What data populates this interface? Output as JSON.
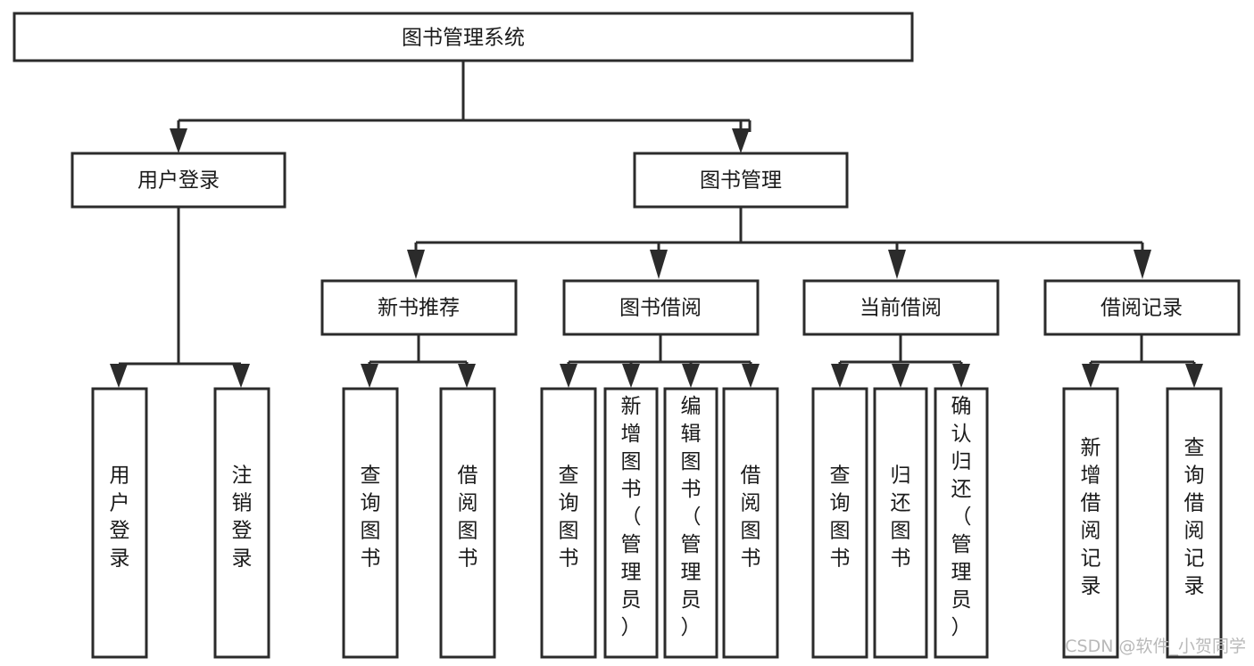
{
  "diagram": {
    "title": "图书管理系统",
    "type": "tree-hierarchy",
    "background_color": "#ffffff",
    "line_color": "#2b2b2b",
    "text_color": "#1a1a1a",
    "watermark": "CSDN @软件_小贺同学",
    "watermark_color": "#b9b9b9"
  },
  "nodes": {
    "root": {
      "label": "图书管理系统",
      "level": 1,
      "orientation": "horizontal"
    },
    "level2": [
      {
        "id": "user-login",
        "label": "用户登录",
        "orientation": "horizontal"
      },
      {
        "id": "book-management",
        "label": "图书管理",
        "orientation": "horizontal"
      }
    ],
    "level3": [
      {
        "id": "new-book-recommend",
        "label": "新书推荐",
        "orientation": "horizontal",
        "parent": "book-management"
      },
      {
        "id": "book-borrow",
        "label": "图书借阅",
        "orientation": "horizontal",
        "parent": "book-management"
      },
      {
        "id": "current-borrow",
        "label": "当前借阅",
        "orientation": "horizontal",
        "parent": "book-management"
      },
      {
        "id": "borrow-record",
        "label": "借阅记录",
        "orientation": "horizontal",
        "parent": "book-management"
      }
    ],
    "leaves": [
      {
        "id": "leaf-user-login",
        "label": "用户登录",
        "orientation": "vertical",
        "parent": "user-login"
      },
      {
        "id": "leaf-logout",
        "label": "注销登录",
        "orientation": "vertical",
        "parent": "user-login"
      },
      {
        "id": "leaf-query-book-1",
        "label": "查询图书",
        "orientation": "vertical",
        "parent": "new-book-recommend"
      },
      {
        "id": "leaf-borrow-book-1",
        "label": "借阅图书",
        "orientation": "vertical",
        "parent": "new-book-recommend"
      },
      {
        "id": "leaf-query-book-2",
        "label": "查询图书",
        "orientation": "vertical",
        "parent": "book-borrow"
      },
      {
        "id": "leaf-add-book",
        "label": "新增图书（管理员）",
        "orientation": "vertical",
        "parent": "book-borrow"
      },
      {
        "id": "leaf-edit-book",
        "label": "编辑图书（管理员）",
        "orientation": "vertical",
        "parent": "book-borrow"
      },
      {
        "id": "leaf-borrow-book-2",
        "label": "借阅图书",
        "orientation": "vertical",
        "parent": "book-borrow"
      },
      {
        "id": "leaf-query-book-3",
        "label": "查询图书",
        "orientation": "vertical",
        "parent": "current-borrow"
      },
      {
        "id": "leaf-return-book",
        "label": "归还图书",
        "orientation": "vertical",
        "parent": "current-borrow"
      },
      {
        "id": "leaf-confirm-return",
        "label": "确认归还（管理员）",
        "orientation": "vertical",
        "parent": "current-borrow"
      },
      {
        "id": "leaf-add-record",
        "label": "新增借阅记录",
        "orientation": "vertical",
        "parent": "borrow-record"
      },
      {
        "id": "leaf-query-record",
        "label": "查询借阅记录",
        "orientation": "vertical",
        "parent": "borrow-record"
      }
    ]
  }
}
